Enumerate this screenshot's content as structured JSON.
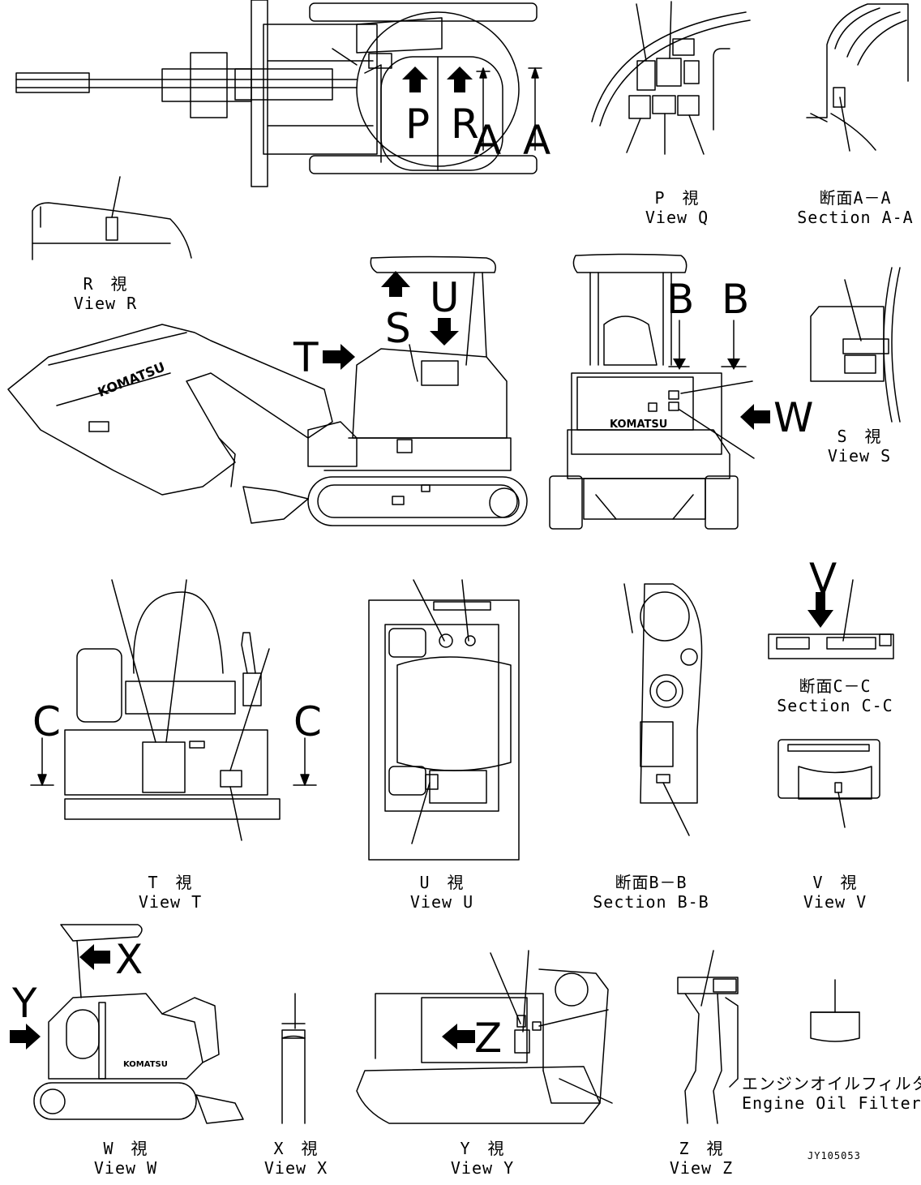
{
  "drawing_id": "JY105053",
  "views": {
    "p": {
      "jp": "P　視",
      "en": "View Q"
    },
    "a": {
      "jp": "断面A－A",
      "en": "Section A-A"
    },
    "r": {
      "jp": "R　視",
      "en": "View R"
    },
    "s": {
      "jp": "S　視",
      "en": "View S"
    },
    "t": {
      "jp": "T　視",
      "en": "View T"
    },
    "u": {
      "jp": "U　視",
      "en": "View U"
    },
    "b": {
      "jp": "断面B－B",
      "en": "Section B-B"
    },
    "v": {
      "jp": "V　視",
      "en": "View V"
    },
    "c": {
      "jp": "断面C－C",
      "en": "Section C-C"
    },
    "w": {
      "jp": "W　視",
      "en": "View W"
    },
    "x": {
      "jp": "X　視",
      "en": "View X"
    },
    "y": {
      "jp": "Y　視",
      "en": "View Y"
    },
    "z": {
      "jp": "Z　視",
      "en": "View Z"
    },
    "filter": {
      "jp": "エンジンオイルフィルタ",
      "en": "Engine Oil Filter"
    }
  },
  "markers": {
    "p": "P",
    "r": "R",
    "a1": "A",
    "a2": "A",
    "s": "S",
    "t": "T",
    "u": "U",
    "b1": "B",
    "b2": "B",
    "w": "W",
    "c1": "C",
    "c2": "C",
    "v": "V",
    "x": "X",
    "y": "Y",
    "z": "Z"
  },
  "brand": "KOMATSU"
}
